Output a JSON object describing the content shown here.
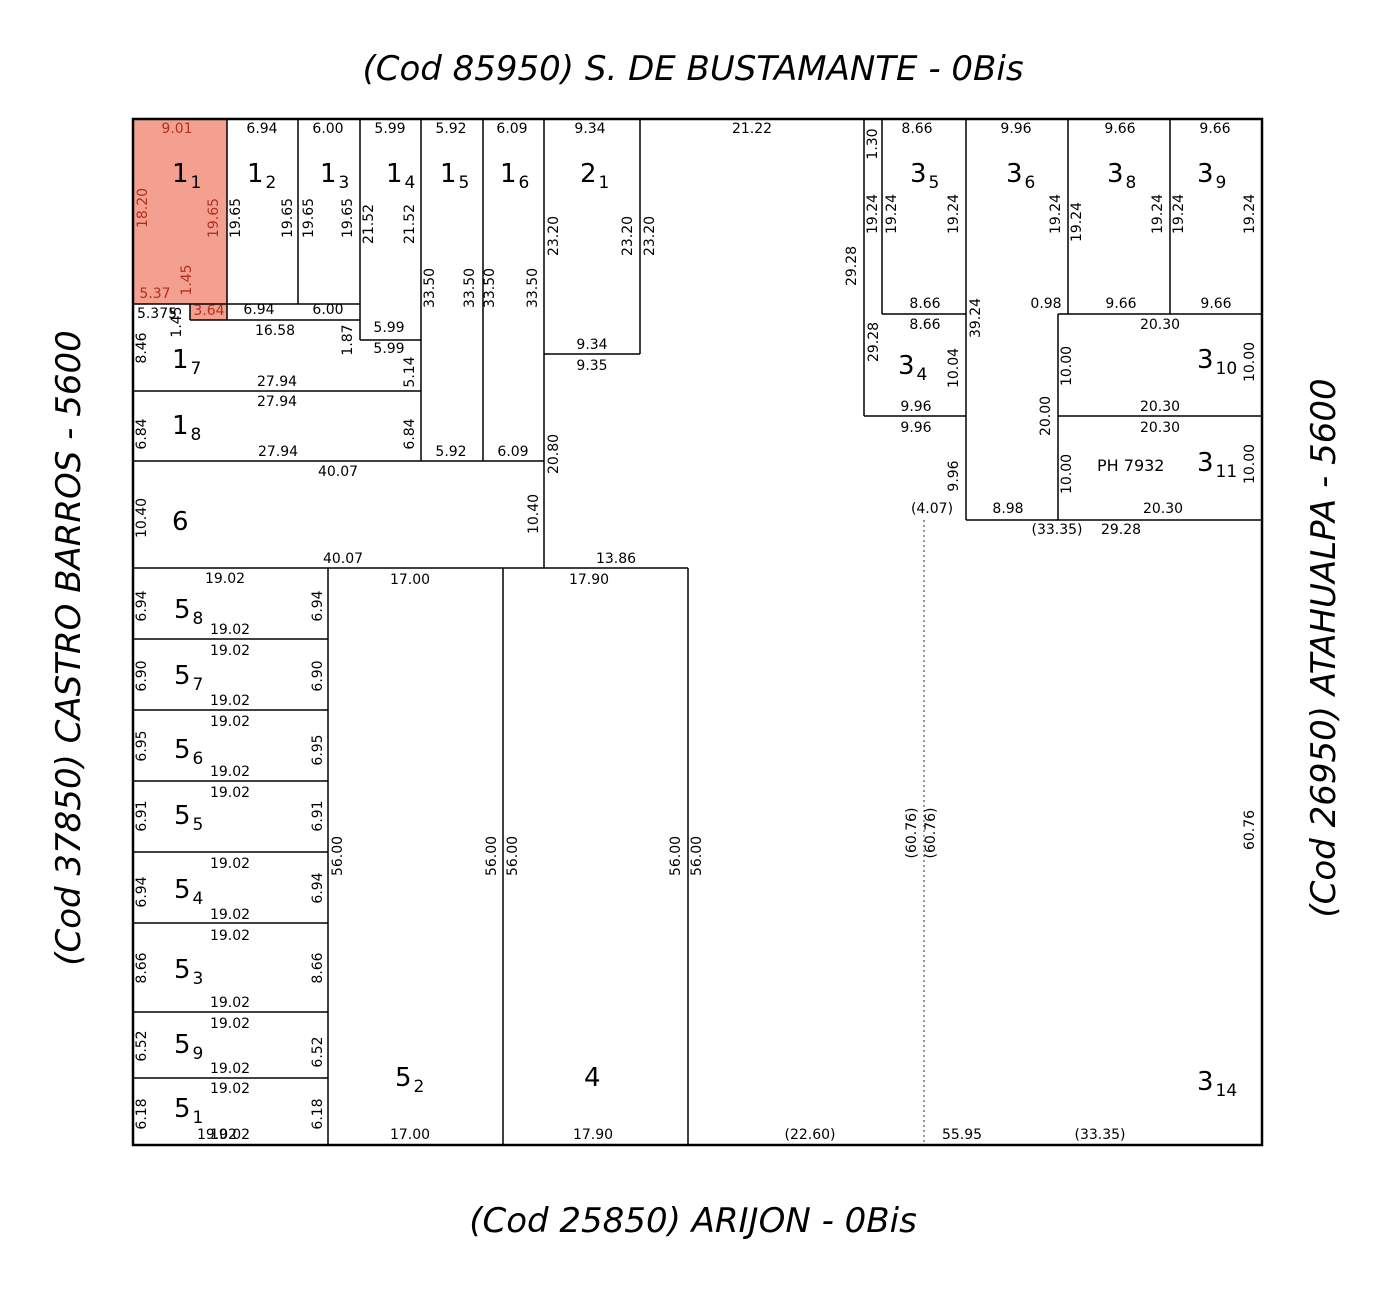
{
  "streets": {
    "north": "(Cod  85950)  S. DE BUSTAMANTE - 0Bis",
    "south": "(Cod  25850)  ARIJON - 0Bis",
    "west": "(Cod  37850)  CASTRO BARROS - 5600",
    "east": "(Cod  26950)  ATAHUALPA - 5600"
  },
  "colors": {
    "highlight": "#f4a090",
    "highlight_text": "#b03020",
    "line": "#000000"
  },
  "highlighted_lot": "1_1",
  "ph_label": "PH  7932",
  "lots": [
    {
      "num": "1",
      "sub": "1"
    },
    {
      "num": "1",
      "sub": "2"
    },
    {
      "num": "1",
      "sub": "3"
    },
    {
      "num": "1",
      "sub": "4"
    },
    {
      "num": "1",
      "sub": "5"
    },
    {
      "num": "1",
      "sub": "6"
    },
    {
      "num": "2",
      "sub": "1"
    },
    {
      "num": "1",
      "sub": "7"
    },
    {
      "num": "1",
      "sub": "8"
    },
    {
      "num": "6",
      "sub": ""
    },
    {
      "num": "5",
      "sub": "8"
    },
    {
      "num": "5",
      "sub": "7"
    },
    {
      "num": "5",
      "sub": "6"
    },
    {
      "num": "5",
      "sub": "5"
    },
    {
      "num": "5",
      "sub": "4"
    },
    {
      "num": "5",
      "sub": "3"
    },
    {
      "num": "5",
      "sub": "9"
    },
    {
      "num": "5",
      "sub": "1"
    },
    {
      "num": "5",
      "sub": "2"
    },
    {
      "num": "4",
      "sub": ""
    },
    {
      "num": "3",
      "sub": "5"
    },
    {
      "num": "3",
      "sub": "6"
    },
    {
      "num": "3",
      "sub": "8"
    },
    {
      "num": "3",
      "sub": "9"
    },
    {
      "num": "3",
      "sub": "4"
    },
    {
      "num": "3",
      "sub": "10"
    },
    {
      "num": "3",
      "sub": "11"
    },
    {
      "num": "3",
      "sub": "14"
    }
  ],
  "dims": [
    "9.01",
    "6.94",
    "6.00",
    "5.99",
    "5.92",
    "6.09",
    "9.34",
    "21.22",
    "8.66",
    "9.96",
    "9.66",
    "9.66",
    "1.30",
    "18.20",
    "19.65",
    "19.65",
    "19.65",
    "19.65",
    "19.65",
    "21.52",
    "21.52",
    "23.20",
    "23.20",
    "23.20",
    "19.24",
    "19.24",
    "19.24",
    "19.24",
    "19.24",
    "19.24",
    "19.24",
    "19.24",
    "29.28",
    "1.45",
    "5.37",
    "3.64",
    "6.94",
    "6.00",
    "5.375",
    "1.45",
    "16.58",
    "1.87",
    "5.99",
    "33.50",
    "33.50",
    "33.50",
    "33.50",
    "8.66",
    "0.98",
    "9.66",
    "9.66",
    "8.66",
    "39.24",
    "5.99",
    "9.34",
    "9.35",
    "8.46",
    "29.28",
    "10.04",
    "20.30",
    "10.00",
    "10.00",
    "5.14",
    "27.94",
    "27.94",
    "9.96",
    "9.96",
    "20.00",
    "20.30",
    "20.30",
    "6.84",
    "6.84",
    "5.92",
    "6.09",
    "20.80",
    "27.94",
    "10.00",
    "10.00",
    "9.96",
    "40.07",
    "(4.07)",
    "8.98",
    "20.30",
    "(33.35)",
    "29.28",
    "10.40",
    "10.40",
    "40.07",
    "13.86",
    "19.02",
    "17.00",
    "17.90",
    "6.94",
    "6.94",
    "19.02",
    "19.02",
    "6.90",
    "6.90",
    "19.02",
    "19.02",
    "6.95",
    "6.95",
    "19.02",
    "19.02",
    "6.91",
    "6.91",
    "(60.76)",
    "(60.76)",
    "60.76",
    "56.00",
    "56.00",
    "56.00",
    "56.00",
    "56.00",
    "19.02",
    "19.02",
    "6.94",
    "6.94",
    "19.02",
    "19.02",
    "8.66",
    "8.66",
    "19.02",
    "19.02",
    "6.52",
    "6.52",
    "19.02",
    "19.02",
    "6.18",
    "6.18",
    "19.02",
    "17.00",
    "17.90",
    "(22.60)",
    "55.95",
    "(33.35)"
  ]
}
